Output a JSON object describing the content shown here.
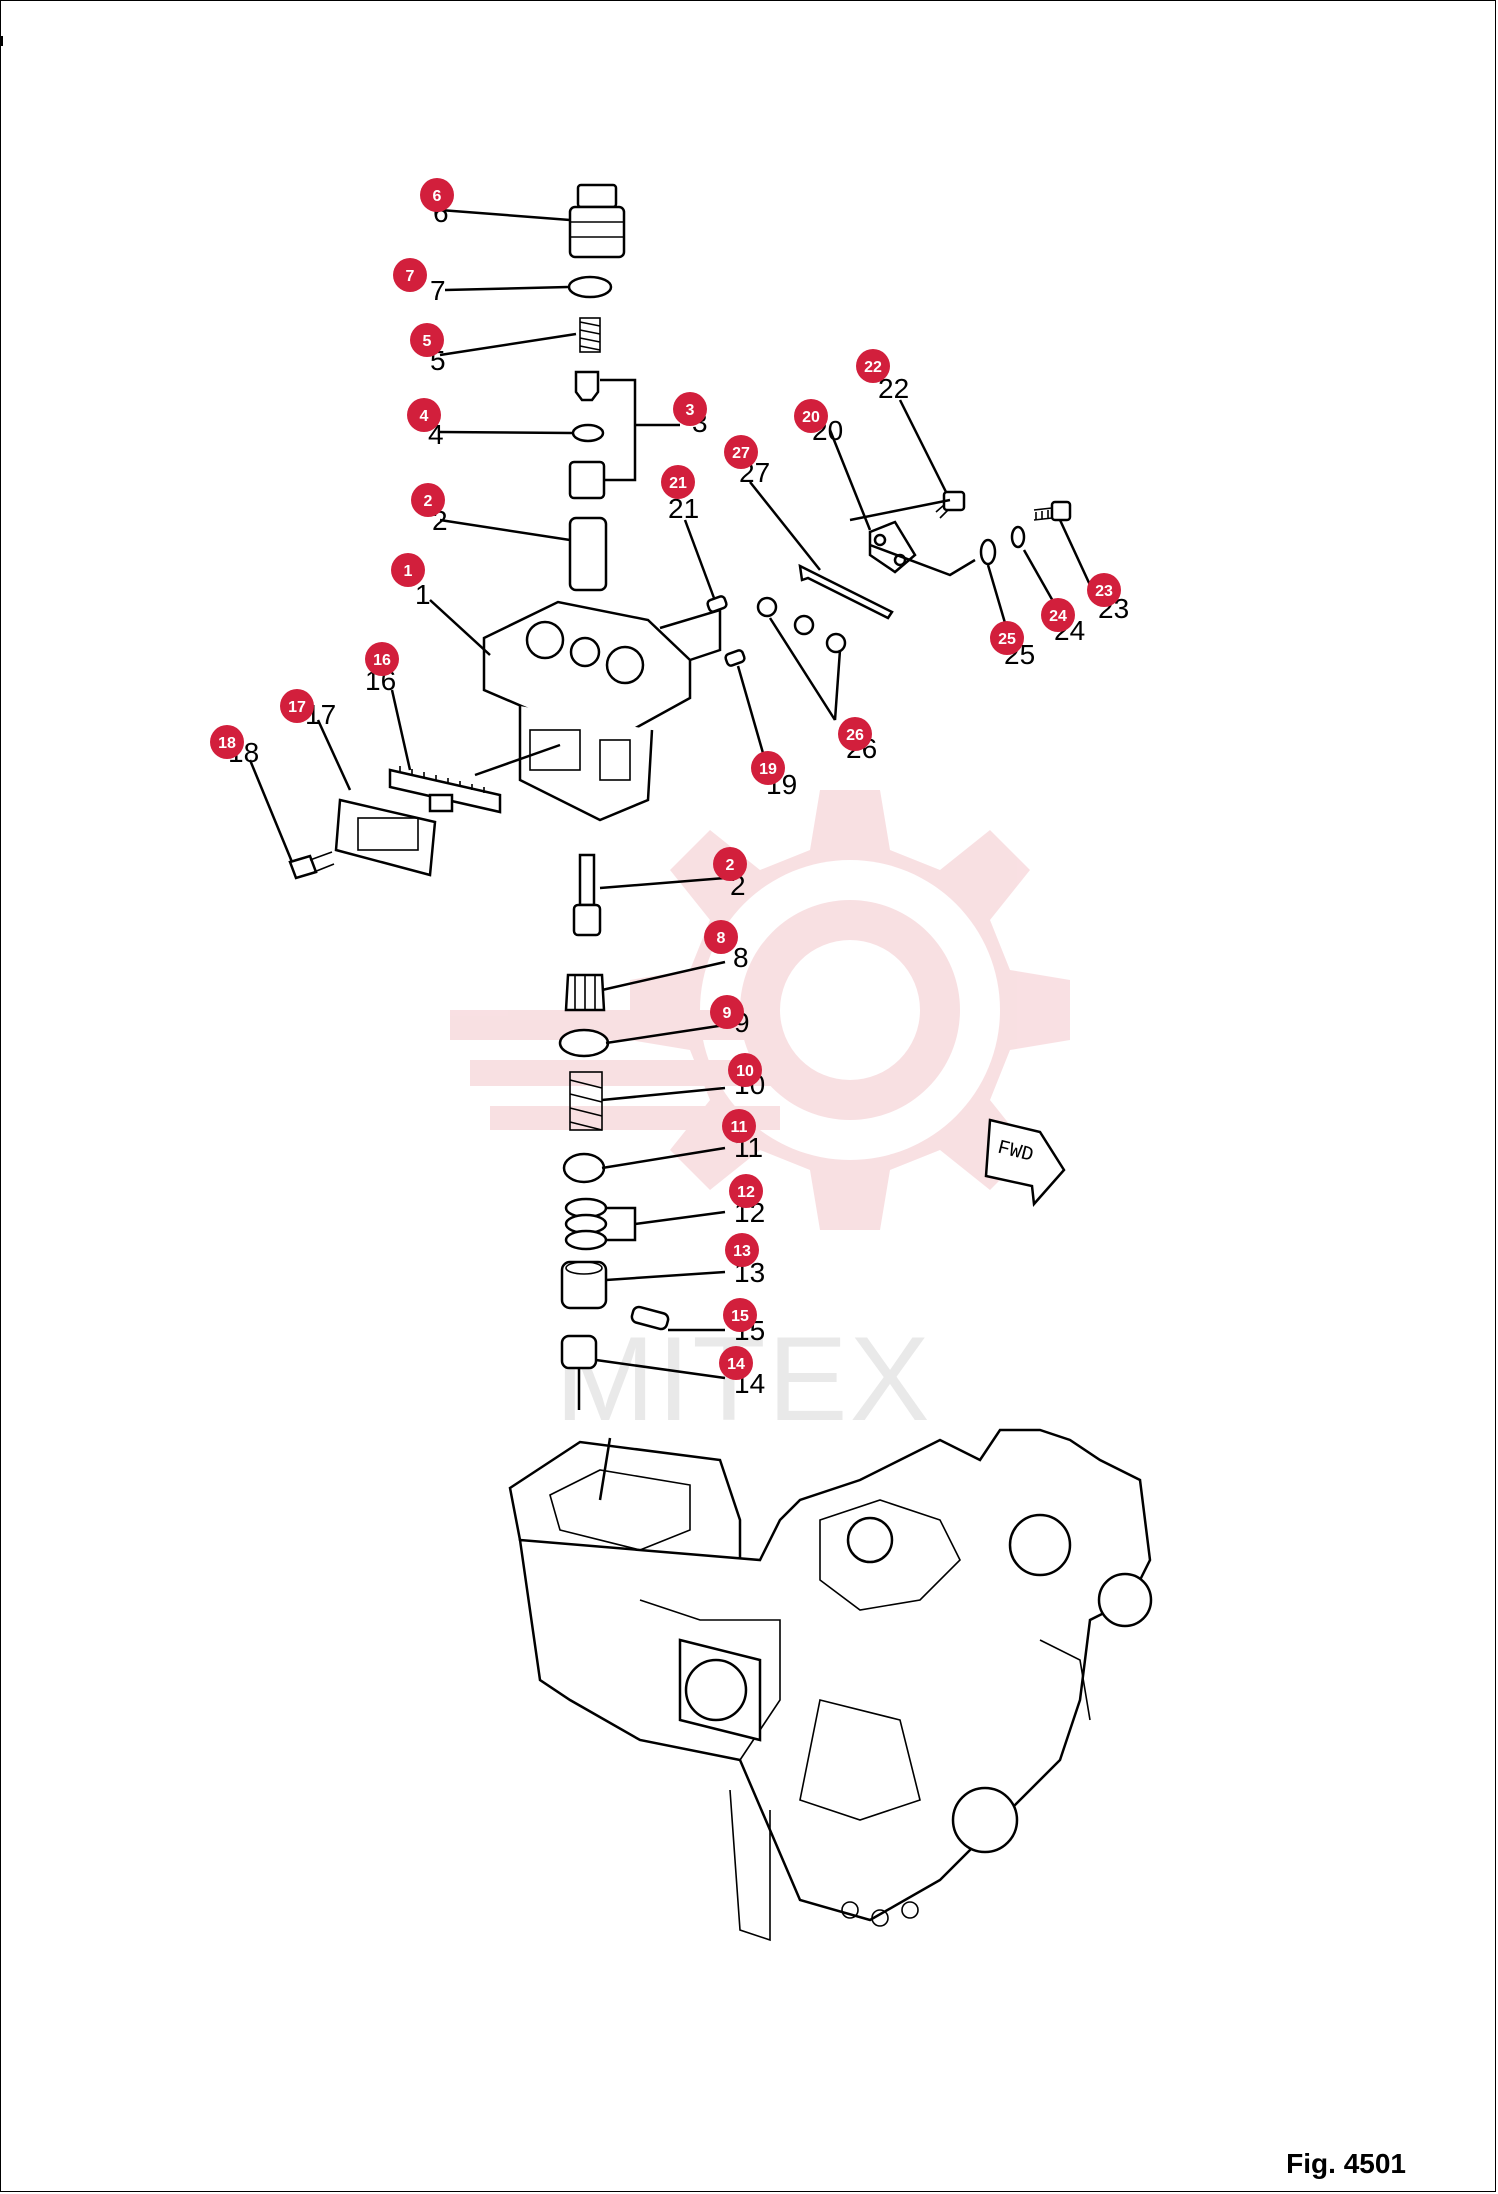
{
  "figure": {
    "label": "Fig. 4501"
  },
  "watermark": {
    "text": "MITEX"
  },
  "direction_marker": {
    "text": "FWD"
  },
  "callouts": [
    {
      "id": "6"
    },
    {
      "id": "7"
    },
    {
      "id": "5"
    },
    {
      "id": "4"
    },
    {
      "id": "3"
    },
    {
      "id": "2"
    },
    {
      "id": "1"
    },
    {
      "id": "16"
    },
    {
      "id": "17"
    },
    {
      "id": "18"
    },
    {
      "id": "21"
    },
    {
      "id": "27"
    },
    {
      "id": "20"
    },
    {
      "id": "22"
    },
    {
      "id": "23"
    },
    {
      "id": "24"
    },
    {
      "id": "25"
    },
    {
      "id": "26"
    },
    {
      "id": "19"
    },
    {
      "id": "2"
    },
    {
      "id": "8"
    },
    {
      "id": "9"
    },
    {
      "id": "10"
    },
    {
      "id": "11"
    },
    {
      "id": "12"
    },
    {
      "id": "13"
    },
    {
      "id": "15"
    },
    {
      "id": "14"
    }
  ],
  "reference_numbers": [
    "6",
    "7",
    "5",
    "4",
    "3",
    "2",
    "1",
    "16",
    "17",
    "18",
    "21",
    "27",
    "20",
    "22",
    "23",
    "24",
    "25",
    "26",
    "19",
    "2",
    "8",
    "9",
    "10",
    "11",
    "12",
    "13",
    "15",
    "14"
  ],
  "colors": {
    "callout": "#d21f3c",
    "watermark_gear": "#f4c7cc",
    "line": "#000000"
  }
}
